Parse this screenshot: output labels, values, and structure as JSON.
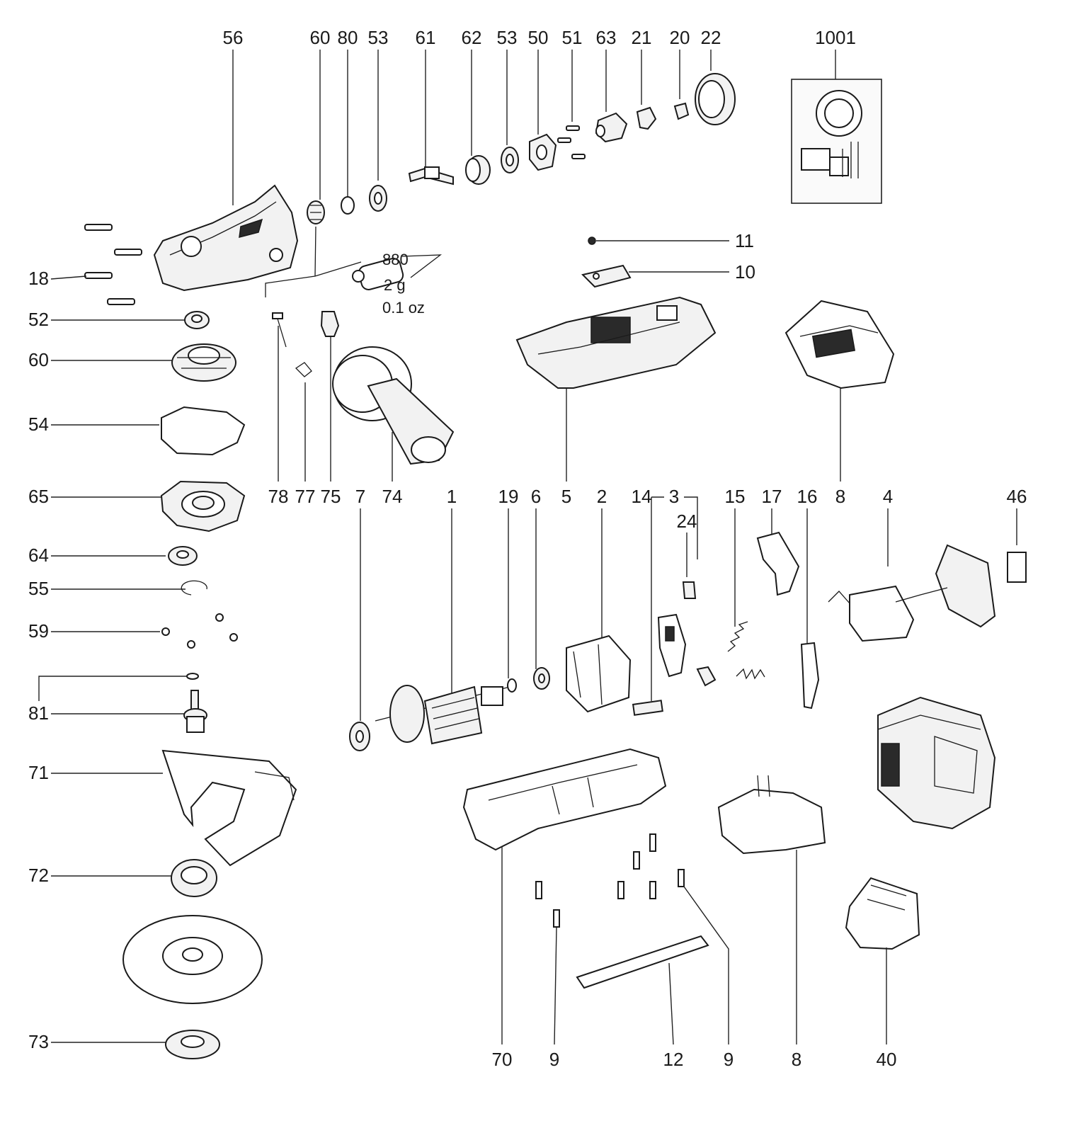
{
  "labels": {
    "p56": "56",
    "p60top": "60",
    "p80": "80",
    "p53a": "53",
    "p61": "61",
    "p62": "62",
    "p53b": "53",
    "p50": "50",
    "p51": "51",
    "p63": "63",
    "p21": "21",
    "p20": "20",
    "p22": "22",
    "p1001": "1001",
    "p11": "11",
    "p10": "10",
    "p18": "18",
    "p52": "52",
    "p60left": "60",
    "p54": "54",
    "p65": "65",
    "p64": "64",
    "p55": "55",
    "p59": "59",
    "p81": "81",
    "p71": "71",
    "p72": "72",
    "p73": "73",
    "p78": "78",
    "p77": "77",
    "p75": "75",
    "p7top": "7",
    "p74": "74",
    "p1": "1",
    "p19": "19",
    "p6": "6",
    "p5": "5",
    "p2": "2",
    "p14": "14",
    "p3": "3",
    "p24": "24",
    "p15": "15",
    "p17": "17",
    "p16": "16",
    "p8top": "8",
    "p4": "4",
    "p46": "46",
    "p70": "70",
    "p9a": "9",
    "p12": "12",
    "p9b": "9",
    "p8bottom": "8",
    "p40": "40"
  },
  "grease_note": {
    "code": "880",
    "amount_g": "2 g",
    "amount_oz": "0.1 oz"
  },
  "icons": [
    "gear-housing",
    "bevel-gear",
    "spindle",
    "armature",
    "stator",
    "motor-housing",
    "handle",
    "battery-pack",
    "guard",
    "grinding-disc",
    "switch-module"
  ]
}
